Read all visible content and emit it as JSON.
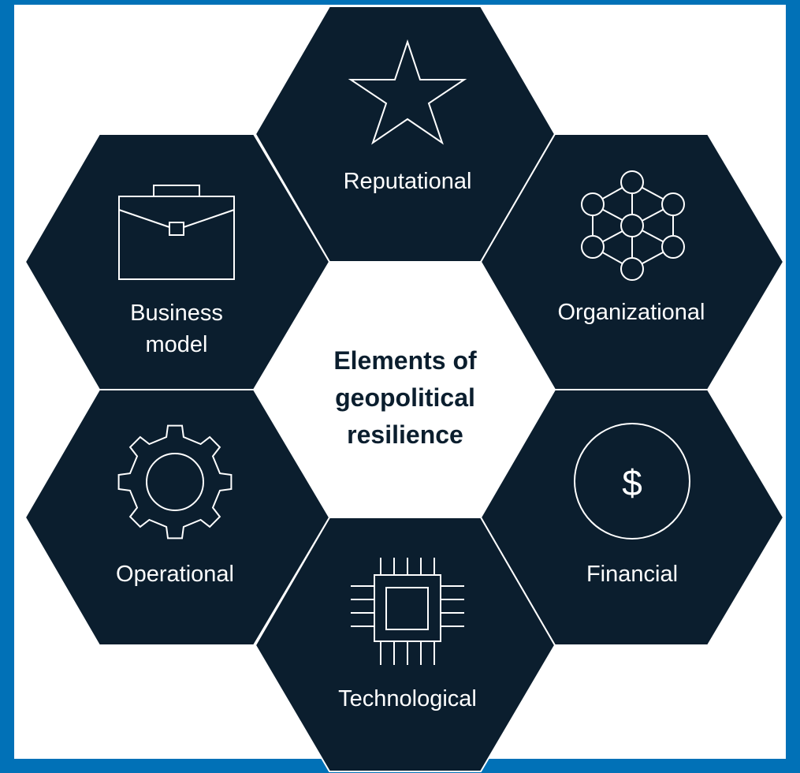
{
  "center": {
    "title": "Elements of\ngeopolitical\nresilience"
  },
  "elements": [
    {
      "label": "Reputational",
      "icon": "star-icon"
    },
    {
      "label": "Organizational",
      "icon": "network-icon"
    },
    {
      "label": "Financial",
      "icon": "dollar-coin-icon"
    },
    {
      "label": "Technological",
      "icon": "microchip-icon"
    },
    {
      "label": "Operational",
      "icon": "gear-icon"
    },
    {
      "label": "Business\nmodel",
      "icon": "briefcase-icon"
    }
  ],
  "colors": {
    "frame": "#0171b7",
    "hexagon": "#0b1e2e",
    "icon_line": "#ffffff",
    "background": "#ffffff"
  }
}
